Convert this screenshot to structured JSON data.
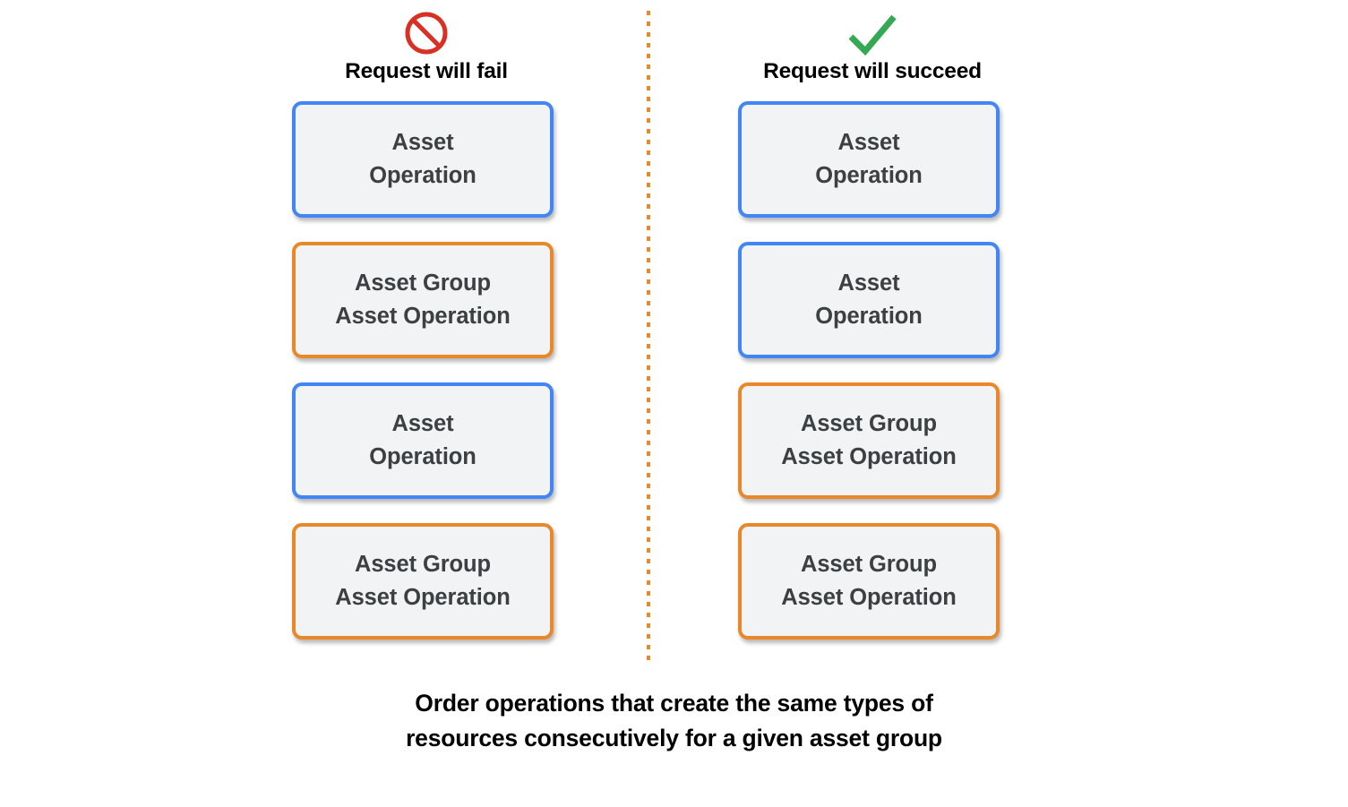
{
  "diagram": {
    "caption": "Order operations that create the same types of\nresources consecutively for a given asset group",
    "divider": {
      "icon": "vertical-dotted-divider",
      "color": "#e8882a"
    },
    "colors": {
      "blue_border": "#4285f4",
      "orange_border": "#e8882a",
      "card_fill": "#f1f3f4",
      "card_text": "#3c4043",
      "fail_icon": "#d93025",
      "success_icon": "#34a853",
      "background": "#ffffff"
    },
    "columns": [
      {
        "id": "fail",
        "title": "Request will fail",
        "icon": "prohibition-icon",
        "icon_color": "#d93025",
        "cards": [
          {
            "label": "Asset\nOperation",
            "type": "asset-operation",
            "border": "blue"
          },
          {
            "label": "Asset Group\nAsset Operation",
            "type": "asset-group-asset-operation",
            "border": "orange"
          },
          {
            "label": "Asset\nOperation",
            "type": "asset-operation",
            "border": "blue"
          },
          {
            "label": "Asset Group\nAsset Operation",
            "type": "asset-group-asset-operation",
            "border": "orange"
          }
        ]
      },
      {
        "id": "succeed",
        "title": "Request will succeed",
        "icon": "checkmark-icon",
        "icon_color": "#34a853",
        "cards": [
          {
            "label": "Asset\nOperation",
            "type": "asset-operation",
            "border": "blue"
          },
          {
            "label": "Asset\nOperation",
            "type": "asset-operation",
            "border": "blue"
          },
          {
            "label": "Asset Group\nAsset Operation",
            "type": "asset-group-asset-operation",
            "border": "orange"
          },
          {
            "label": "Asset Group\nAsset Operation",
            "type": "asset-group-asset-operation",
            "border": "orange"
          }
        ]
      }
    ]
  }
}
